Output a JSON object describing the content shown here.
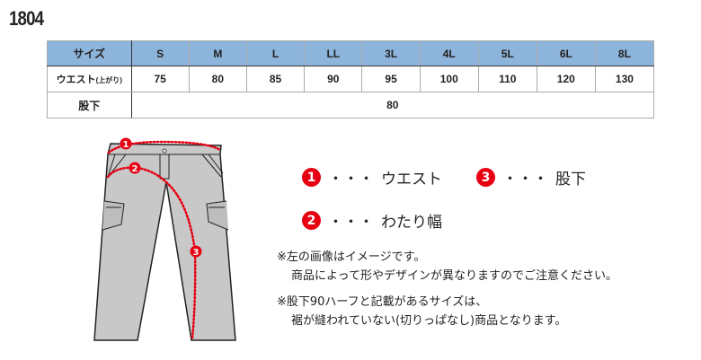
{
  "product_code": "1804",
  "table": {
    "headers": [
      "サイズ",
      "S",
      "M",
      "L",
      "LL",
      "3L",
      "4L",
      "5L",
      "6L",
      "8L"
    ],
    "waist_label": "ウエスト",
    "waist_sub": "(上がり)",
    "waist": [
      "75",
      "80",
      "85",
      "90",
      "95",
      "100",
      "110",
      "120",
      "130"
    ],
    "inseam_label": "股下",
    "inseam": "80"
  },
  "legend": [
    {
      "num": "1",
      "dots": "・・・",
      "label": "ウエスト"
    },
    {
      "num": "3",
      "dots": "・・・",
      "label": "股下"
    },
    {
      "num": "2",
      "dots": "・・・",
      "label": "わたり幅"
    }
  ],
  "notes": [
    [
      "※左の画像はイメージです。",
      "商品によって形やデザインが異なりますのでご注意ください。"
    ],
    [
      "※股下90ハーフと記載があるサイズは、",
      "裾が縫われていない(切りっぱなし)商品となります。"
    ]
  ],
  "colors": {
    "header_bg": "#8db4da",
    "marker": "#e60012",
    "pants": "#c8c8c8"
  }
}
